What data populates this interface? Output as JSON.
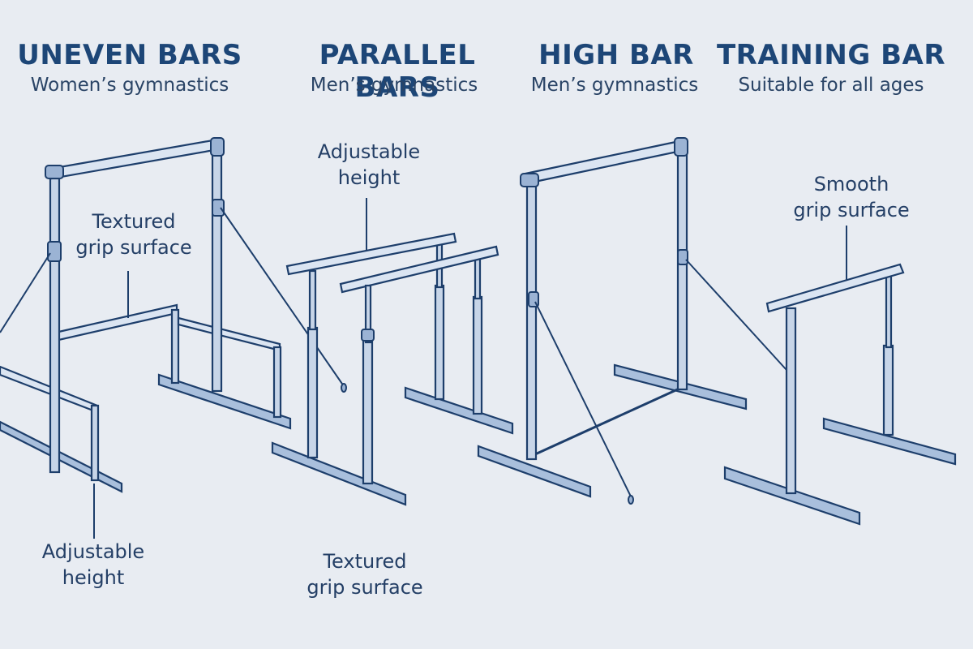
{
  "sections": [
    {
      "title": "UNEVEN BARS",
      "subtitle": "Women’s gymnastics"
    },
    {
      "title": "PARALLEL BARS",
      "subtitle": "Men’s gymnastics"
    },
    {
      "title": "HIGH BAR",
      "subtitle": "Men’s gymnastics"
    },
    {
      "title": "TRAINING BAR",
      "subtitle": "Suitable for all ages"
    }
  ],
  "callouts": {
    "uneven_grip": [
      "Textured",
      "grip surface"
    ],
    "uneven_height": [
      "Adjustable",
      "height"
    ],
    "parallel_height": [
      "Adjustable",
      "height"
    ],
    "parallel_grip": [
      "Textured",
      "grip surface"
    ],
    "training_grip": [
      "Smooth",
      "grip surface"
    ]
  },
  "colors": {
    "background": "#e8ecf2",
    "ink": "#1d3e6b",
    "heading": "#1d4677",
    "steel_light": "#dbe5f2",
    "steel_mid": "#c7d5e8",
    "steel_dark": "#a9bfdc"
  }
}
